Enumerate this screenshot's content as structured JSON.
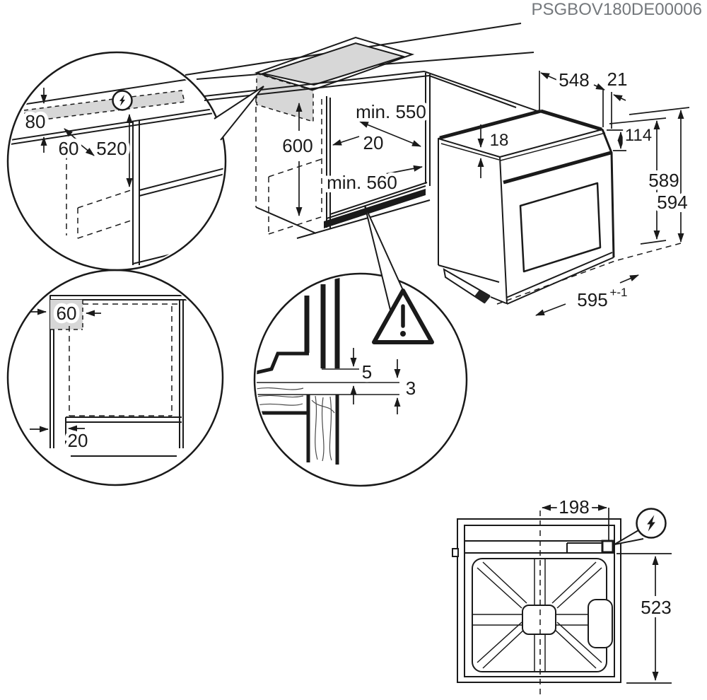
{
  "product_code": "PSGBOV180DE00006",
  "colors": {
    "line": "#1a1a1a",
    "shade": "#d7d7d7",
    "code_text": "#74787c"
  },
  "detail_top_left": {
    "dim_80": "80",
    "dim_60": "60",
    "dim_520": "520",
    "icon": "electric-supply-icon"
  },
  "cabinet": {
    "dim_600": "600",
    "dim_min_550": "min. 550",
    "dim_20": "20",
    "dim_min_560": "min. 560"
  },
  "oven": {
    "dim_548": "548",
    "dim_21": "21",
    "dim_18": "18",
    "dim_114": "114",
    "dim_589": "589",
    "dim_594": "594",
    "dim_595": "595",
    "dim_595_tolerance": "+-1"
  },
  "detail_bottom_left": {
    "dim_60": "60",
    "dim_20": "20"
  },
  "detail_section": {
    "dim_5": "5",
    "dim_3": "3",
    "icon": "warning-triangle-icon"
  },
  "rear_view": {
    "dim_198": "198",
    "dim_523": "523",
    "icon": "electric-supply-icon"
  }
}
